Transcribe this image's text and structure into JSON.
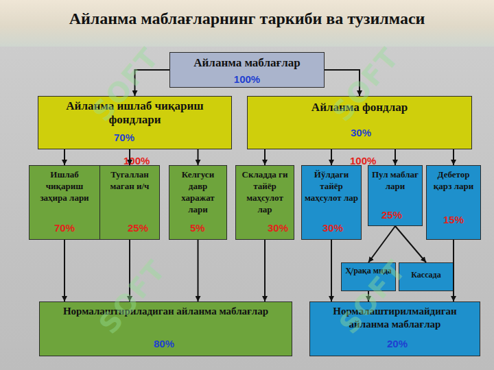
{
  "diagram": {
    "title": "Айланма маблағларнинг таркиби ва тузилмаси",
    "nodes": [
      {
        "text": [
          "Айланма маблағлар",
          "100%"
        ]
      },
      {
        "text": [
          "Айланма ишлаб чиқариш фондлари",
          "70%"
        ]
      },
      {
        "text": [
          "Айланма фондлар",
          "30%"
        ]
      },
      {
        "text": [
          "Ишлаб чиқариш заҳира лари",
          "70%"
        ]
      },
      {
        "text": [
          "Тугаллан маган и/ч",
          "25%"
        ]
      },
      {
        "text": [
          "Келгуси давр харажат лари",
          "5%"
        ]
      },
      {
        "text": [
          "Складда ги тайёр маҳсулот лар",
          "30%"
        ]
      },
      {
        "text": [
          "Йўлдаги тайёр маҳсулот лар",
          "30%"
        ]
      },
      {
        "text": [
          "Пул маблағ лари",
          "25%"
        ]
      },
      {
        "text": [
          "Дебетор қарз лари",
          "15%"
        ]
      },
      {
        "text": [
          "Ҳ/рақа мида"
        ]
      },
      {
        "text": [
          "Кассада"
        ]
      },
      {
        "text": [
          "Нормалаштириладиган айланма маблағлар",
          "80%"
        ]
      },
      {
        "text": [
          "Нормалаштирилмайдиган айланма маблағлар",
          "20%"
        ]
      }
    ],
    "edges": [
      {
        "from": 0,
        "to": 1,
        "arrow": "to"
      },
      {
        "from": 0,
        "to": 2,
        "arrow": "to"
      },
      {
        "from": 1,
        "to": 3,
        "arrow": "to"
      },
      {
        "from": 1,
        "to": 4,
        "arrow": "to"
      },
      {
        "from": 1,
        "to": 5,
        "arrow": "to"
      },
      {
        "from": 2,
        "to": 6,
        "arrow": "to"
      },
      {
        "from": 2,
        "to": 7,
        "arrow": "to"
      },
      {
        "from": 2,
        "to": 8,
        "arrow": "to"
      },
      {
        "from": 2,
        "to": 9,
        "arrow": "to"
      },
      {
        "from": 8,
        "to": 10,
        "arrow": "to"
      },
      {
        "from": 8,
        "to": 11,
        "arrow": "to"
      },
      {
        "from": 3,
        "to": 12,
        "arrow": "to"
      },
      {
        "from": 4,
        "to": 12,
        "arrow": "to"
      },
      {
        "from": 5,
        "to": 12,
        "arrow": "to"
      },
      {
        "from": 6,
        "to": 12,
        "arrow": "to"
      },
      {
        "from": 7,
        "to": 13,
        "arrow": "to"
      },
      {
        "from": 10,
        "to": 13,
        "arrow": "to"
      },
      {
        "from": 9,
        "to": 13,
        "arrow": "to"
      }
    ],
    "labels": [
      "100%",
      "100%",
      "SOFT",
      "SOFT",
      "SOFT",
      "SOFT"
    ]
  }
}
